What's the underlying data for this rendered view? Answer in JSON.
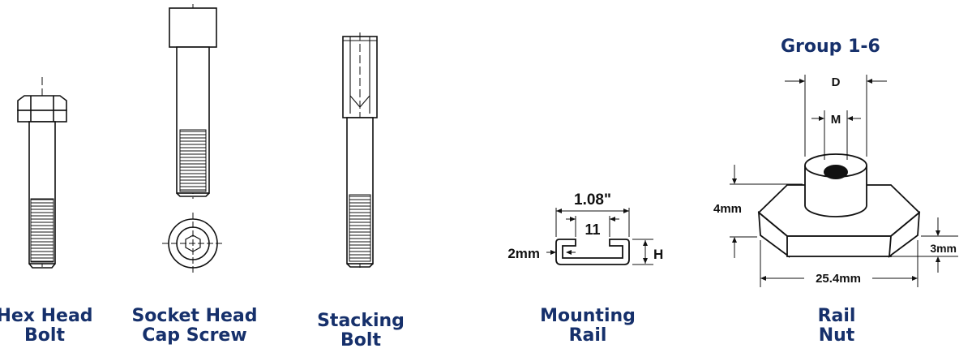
{
  "group_title": "Group 1-6",
  "items": [
    {
      "line1": "Hex Head",
      "line2": "Bolt"
    },
    {
      "line1": "Socket Head",
      "line2": "Cap Screw"
    },
    {
      "line1": "Stacking",
      "line2": "Bolt"
    },
    {
      "line1": "Mounting",
      "line2": "Rail"
    },
    {
      "line1": "Rail",
      "line2": "Nut"
    }
  ],
  "rail_dims": {
    "width": "1.08\"",
    "opening": "11",
    "thickness": "2mm",
    "height": "H"
  },
  "nut_dims": {
    "outer_d": "D",
    "thread_m": "M",
    "boss_height": "4mm",
    "base_thickness": "3mm",
    "base_width": "25.4mm"
  },
  "colors": {
    "caption": "#16306b",
    "line": "#111111"
  }
}
